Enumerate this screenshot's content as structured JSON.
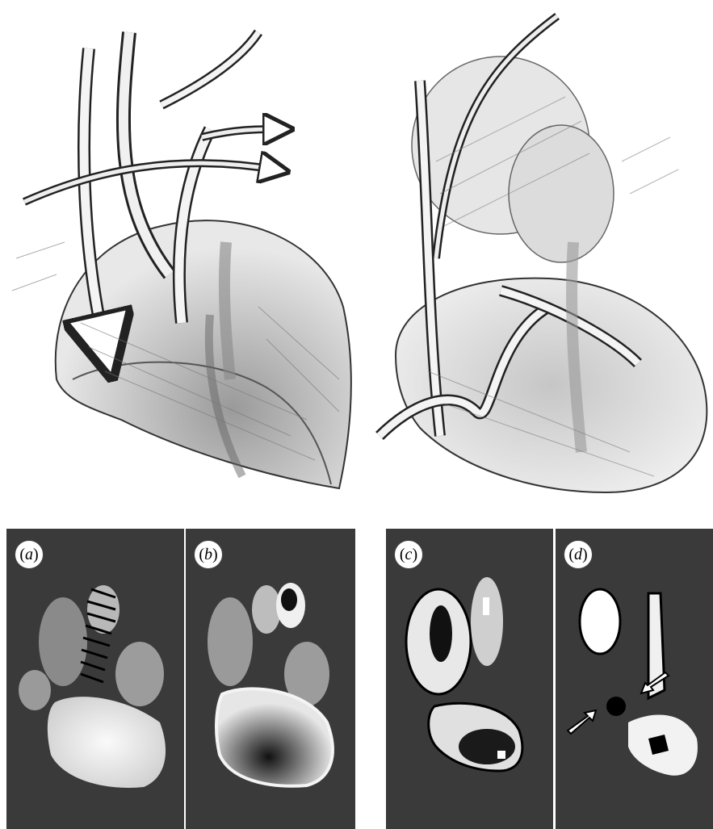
{
  "panels": [
    {
      "id": "a",
      "open": "(",
      "letter": "a",
      "close": ")"
    },
    {
      "id": "b",
      "open": "(",
      "letter": "b",
      "close": ")"
    },
    {
      "id": "c",
      "open": "(",
      "letter": "c",
      "close": ")"
    },
    {
      "id": "d",
      "open": "(",
      "letter": "d",
      "close": ")"
    }
  ],
  "colors": {
    "sketch_ink": "#2a2a2a",
    "sketch_fill": "#d8d8d8",
    "mri_background": "#3a3a3a",
    "mri_bright": "#f2f2f2",
    "arrow_fill": "#ffffff"
  }
}
